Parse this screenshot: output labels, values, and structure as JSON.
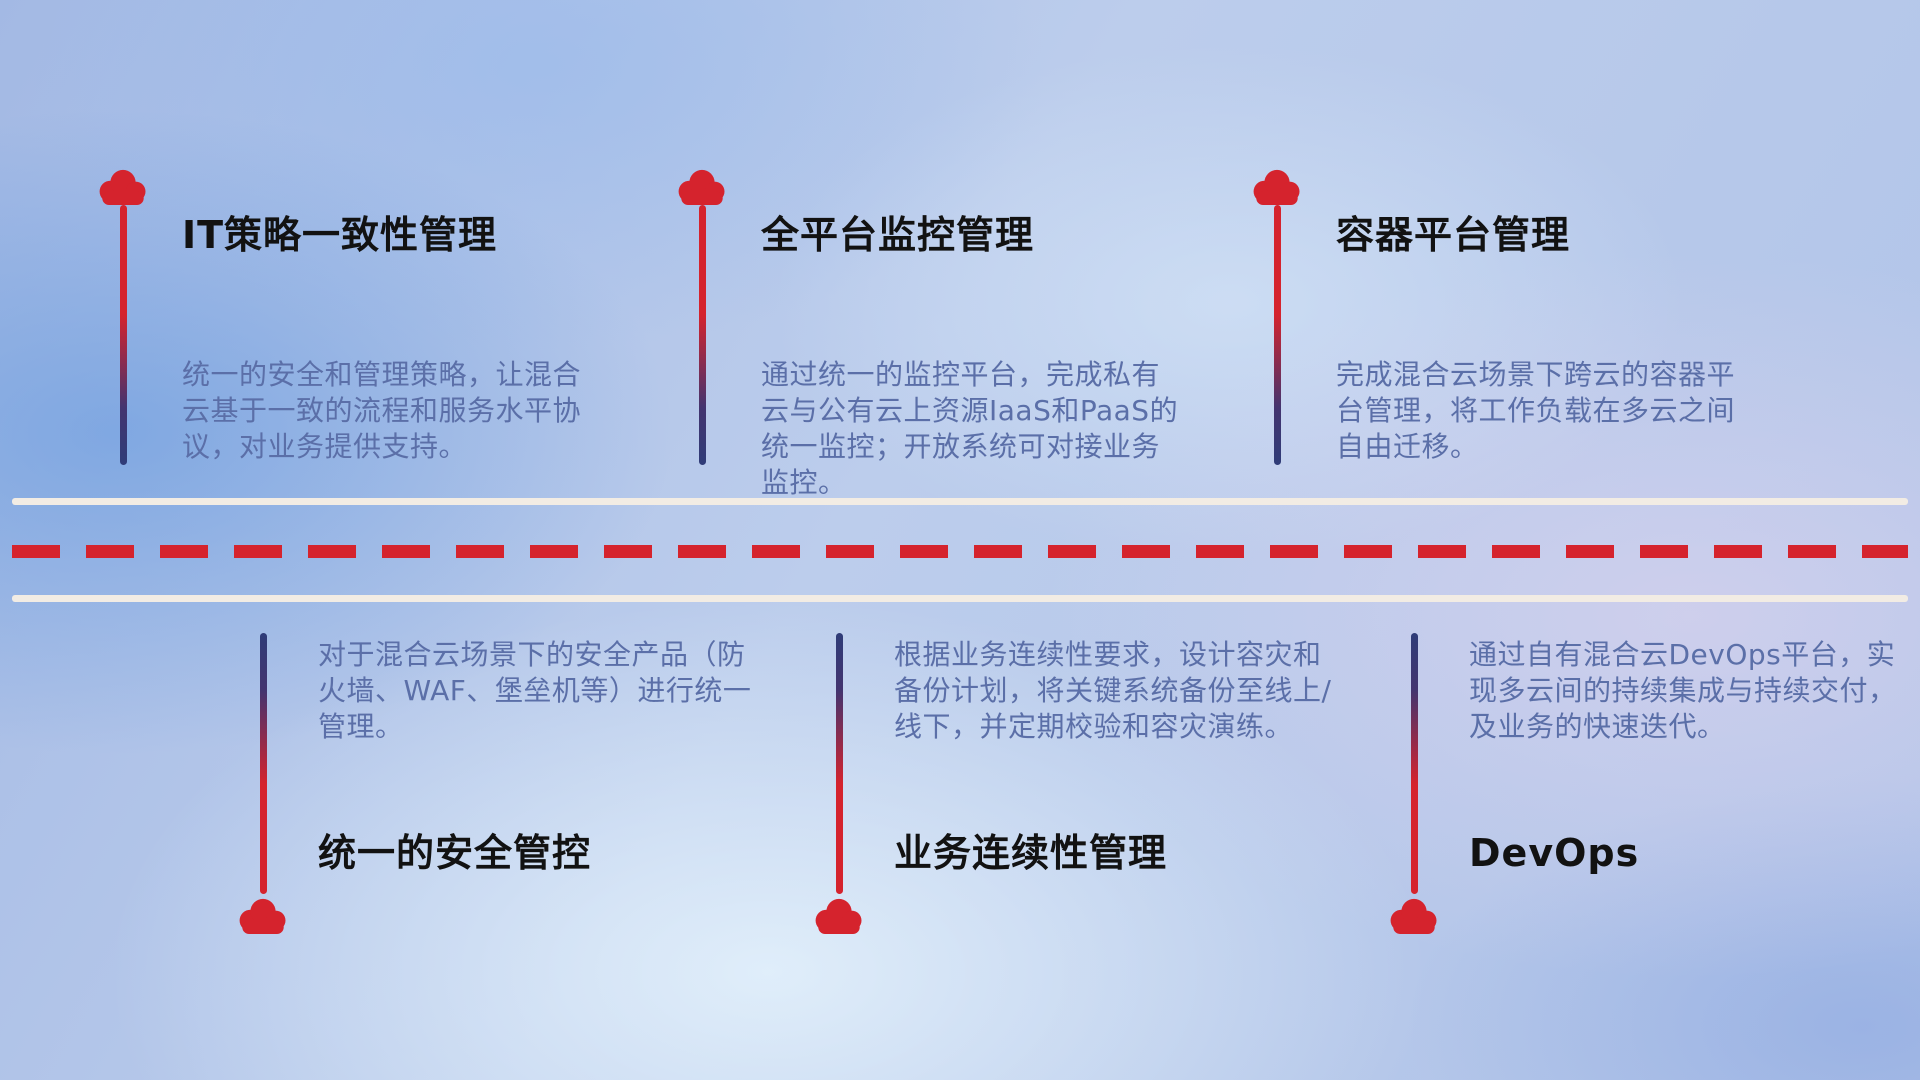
{
  "top_items": [
    {
      "title": "IT策略一致性管理",
      "desc": "统一的安全和管理策略，让混合云基于一致的流程和服务水平协议，对业务提供支持。"
    },
    {
      "title": "全平台监控管理",
      "desc": "通过统一的监控平台，完成私有云与公有云上资源IaaS和PaaS的统一监控；开放系统可对接业务监控。"
    },
    {
      "title": "容器平台管理",
      "desc": "完成混合云场景下跨云的容器平台管理，将工作负载在多云之间自由迁移。"
    }
  ],
  "bottom_items": [
    {
      "title": "统一的安全管控",
      "desc": "对于混合云场景下的安全产品（防火墙、WAF、堡垒机等）进行统一管理。"
    },
    {
      "title": "业务连续性管理",
      "desc": "根据业务连续性要求，设计容灾和备份计划，将关键系统备份至线上/线下，并定期校验和容灾演练。"
    },
    {
      "title": "DevOps",
      "desc": "通过自有混合云DevOps平台，实现多云间的持续集成与持续交付，及业务的快速迭代。"
    }
  ],
  "icons": {
    "cloud": "cloud-icon"
  },
  "colors": {
    "accent_red": "#d5232d",
    "connector_navy": "#2f3c78",
    "title_text": "#121212",
    "description_text": "#5b6fa8",
    "road_line": "#f2ece4"
  }
}
